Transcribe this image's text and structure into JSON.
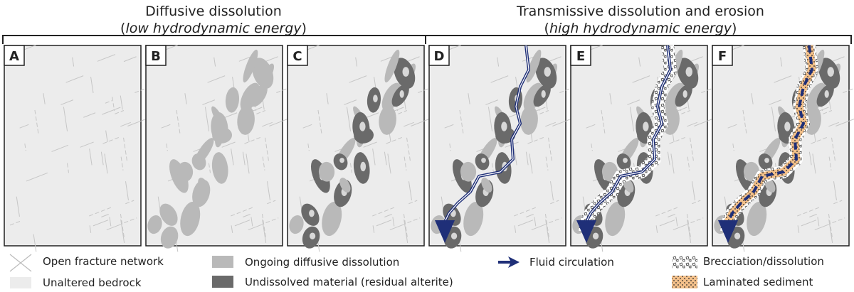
{
  "header": {
    "left_title": "Diffusive dissolution",
    "left_subtitle_open": "(",
    "left_subtitle": "low hydrodynamic energy",
    "left_subtitle_close": ")",
    "right_title": "Transmissive dissolution and erosion",
    "right_subtitle_open": "(",
    "right_subtitle": "high hydrodynamic energy",
    "right_subtitle_close": ")"
  },
  "panels": [
    {
      "label": "A"
    },
    {
      "label": "B"
    },
    {
      "label": "C"
    },
    {
      "label": "D"
    },
    {
      "label": "E"
    },
    {
      "label": "F"
    }
  ],
  "legend": {
    "fracture": "Open fracture network",
    "bedrock": "Unaltered bedrock",
    "ongoing": "Ongoing diffusive dissolution",
    "undissolved": "Undissolved material (residual alterite)",
    "fluid": "Fluid circulation",
    "brecciation": "Brecciation/dissolution",
    "laminated": "Laminated sediment"
  },
  "colors": {
    "bedrock": "#ececec",
    "fracture": "#c6c6c6",
    "ongoing": "#b9b9b9",
    "undissolved": "#6a6a6a",
    "fluid": "#1f2f78",
    "sediment": "#f3c08a"
  }
}
